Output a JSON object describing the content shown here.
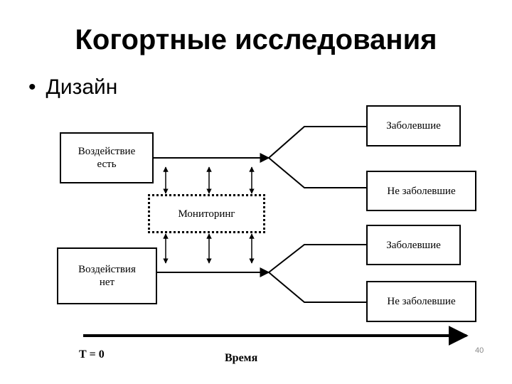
{
  "slide": {
    "title": "Когортные исследования",
    "bullet": "Дизайн",
    "page_number": "40"
  },
  "diagram": {
    "exposed": "Воздействие\nесть",
    "unexposed": "Воздействия\nнет",
    "monitoring": "Мониторинг",
    "sick_1": "Заболевшие",
    "not_sick_1": "Не заболевшие",
    "sick_2": "Заболевшие",
    "not_sick_2": "Не заболевшие",
    "t0": "Т = 0",
    "time": "Время"
  }
}
